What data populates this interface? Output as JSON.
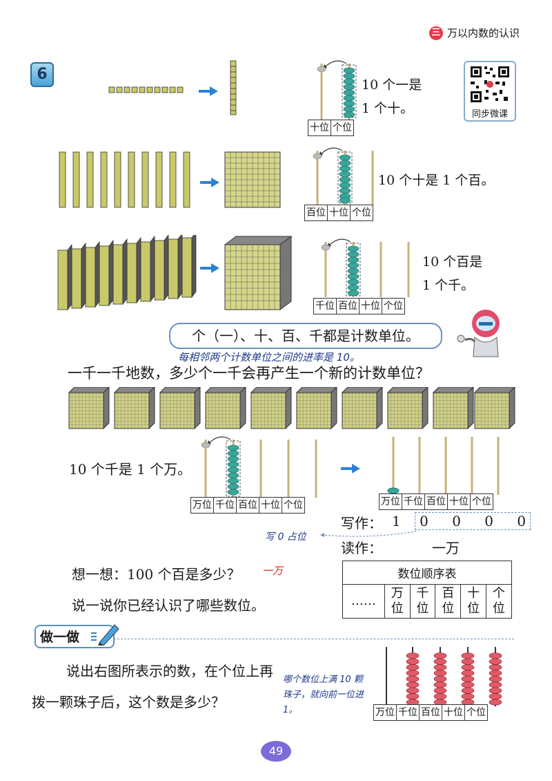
{
  "header": {
    "chapter_badge": "三",
    "chapter_title": "万以内数的认识"
  },
  "example_number": "6",
  "qr": {
    "label": "同步微课"
  },
  "rows": [
    {
      "line1": "10 个一是",
      "line2": "1 个十。",
      "places": [
        "十位",
        "个位"
      ]
    },
    {
      "line1": "10 个十是 1 个百。",
      "places": [
        "百位",
        "十位",
        "个位"
      ]
    },
    {
      "line1": "10 个百是",
      "line2": "1 个千。",
      "places": [
        "千位",
        "百位",
        "十位",
        "个位"
      ]
    }
  ],
  "units_bubble": "个（一）、十、百、千都是计数单位。",
  "units_note": "每相邻两个计数单位之间的进率是 10。",
  "question": "一千一千地数，多少个一千会再产生一个新的计数单位？",
  "ten_thousand": {
    "caption": "10 个千是 1 个万。",
    "places": [
      "万位",
      "千位",
      "百位",
      "十位",
      "个位"
    ]
  },
  "writing": {
    "write_label": "写作：",
    "digits": [
      "1",
      "0",
      "0",
      "0",
      "0"
    ],
    "read_label": "读作：",
    "read_value": "一万",
    "zero_note": "写 0 占位"
  },
  "think": {
    "prompt": "想一想：100 个百是多少？",
    "answer": "一万"
  },
  "say": "说一说你已经认识了哪些数位。",
  "order_table": {
    "title": "数位顺序表",
    "cells": [
      "……",
      "万位",
      "千位",
      "百位",
      "十位",
      "个位"
    ]
  },
  "practice": {
    "label": "做一做",
    "line1": "说出右图所表示的数，在个位上再",
    "line2": "拨一颗珠子后，这个数是多少？",
    "carry_note": "哪个数位上满 10 颗珠子，就向前一位进 1。",
    "places": [
      "万位",
      "千位",
      "百位",
      "十位",
      "个位"
    ],
    "beads": [
      0,
      9,
      9,
      9,
      9
    ]
  },
  "page_number": "49"
}
